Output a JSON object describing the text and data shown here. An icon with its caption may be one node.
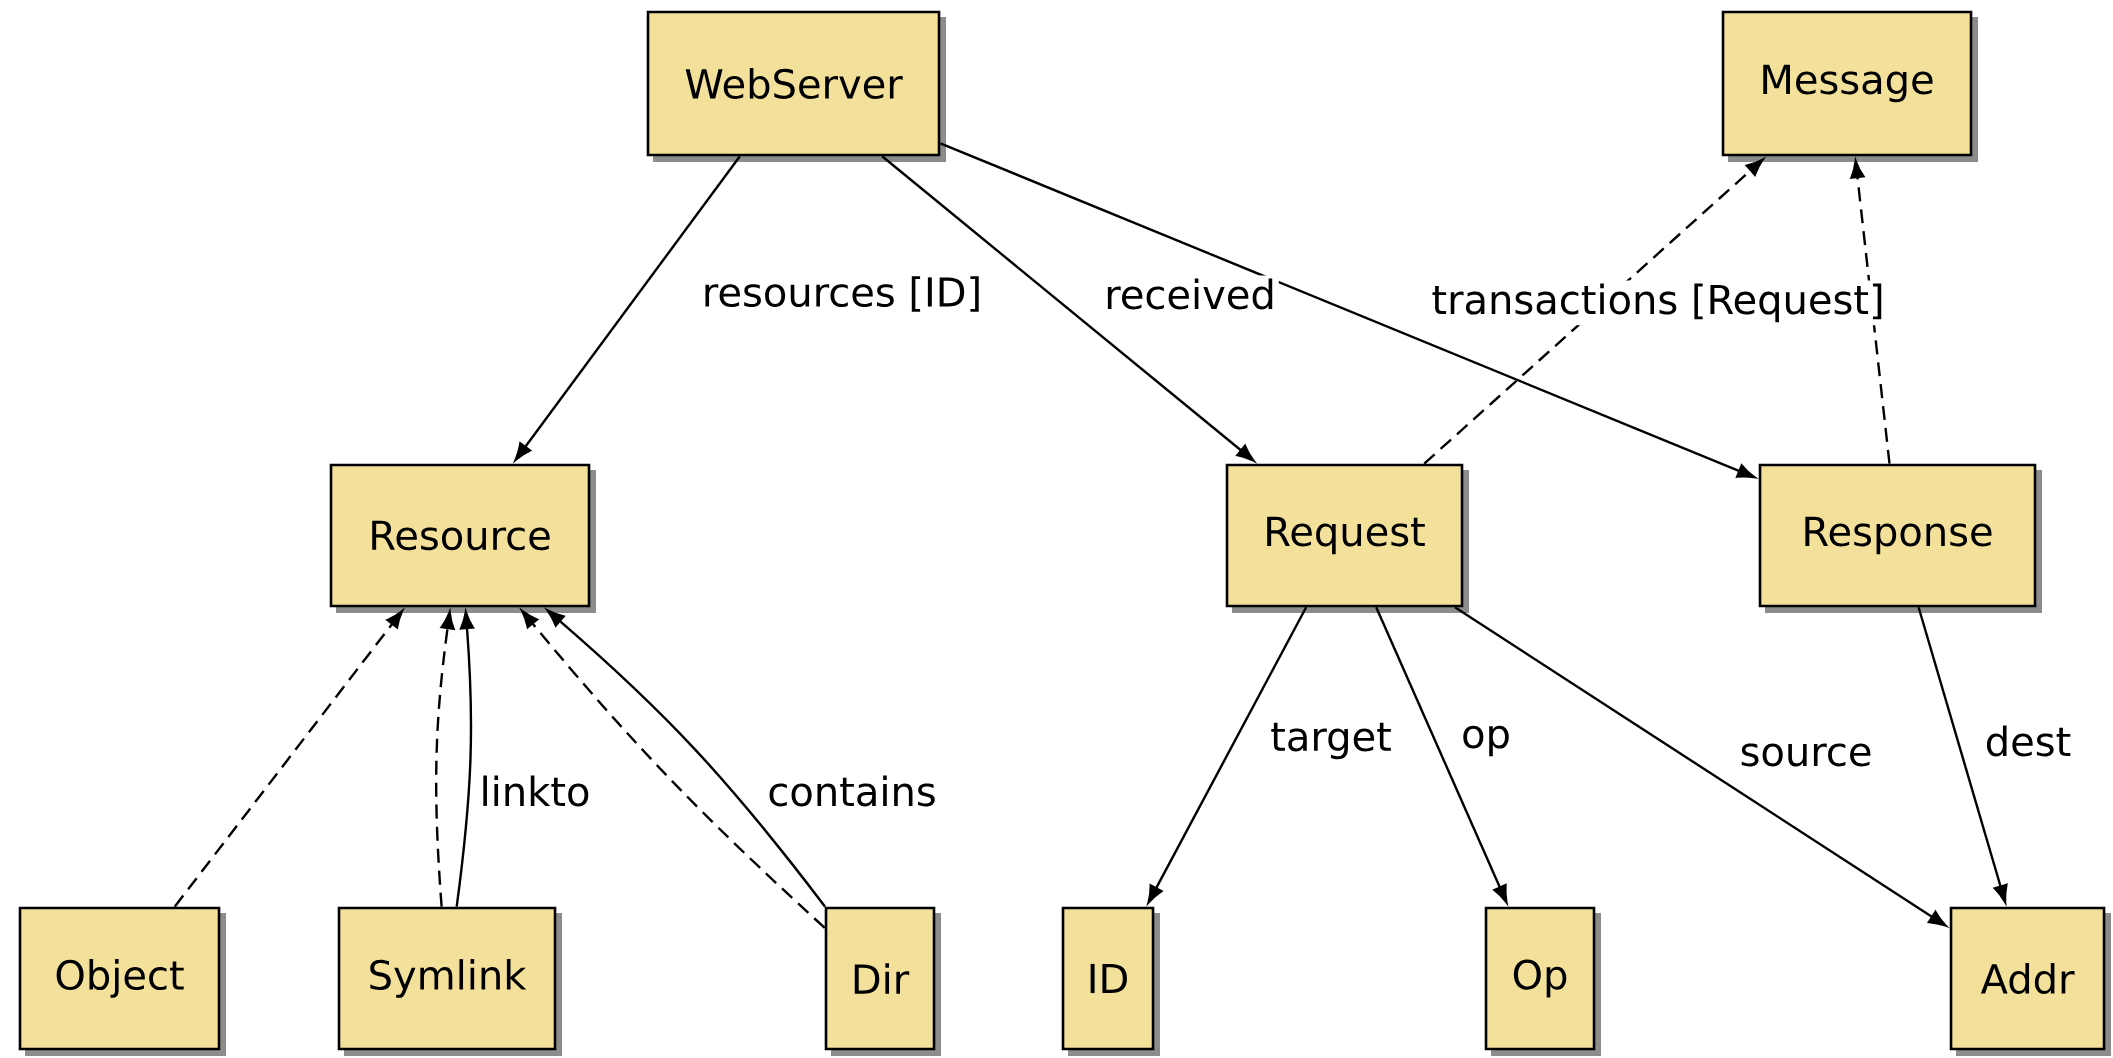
{
  "diagram": {
    "nodes": [
      {
        "text": [
          "WebServer"
        ]
      },
      {
        "text": [
          "Message"
        ]
      },
      {
        "text": [
          "Resource"
        ]
      },
      {
        "text": [
          "Request"
        ]
      },
      {
        "text": [
          "Response"
        ]
      },
      {
        "text": [
          "Object"
        ]
      },
      {
        "text": [
          "Symlink"
        ]
      },
      {
        "text": [
          "Dir"
        ]
      },
      {
        "text": [
          "ID"
        ]
      },
      {
        "text": [
          "Op"
        ]
      },
      {
        "text": [
          "Addr"
        ]
      }
    ],
    "edges": [
      {
        "from": 0,
        "to": 2,
        "arrow": "to",
        "label": "resources [ID]"
      },
      {
        "from": 0,
        "to": 3,
        "arrow": "to",
        "label": "received"
      },
      {
        "from": 0,
        "to": 4,
        "arrow": "to",
        "label": "transactions [Request]"
      },
      {
        "from": 3,
        "to": 1,
        "arrow": "to",
        "style": "dashed"
      },
      {
        "from": 4,
        "to": 1,
        "arrow": "to",
        "style": "dashed"
      },
      {
        "from": 5,
        "to": 2,
        "arrow": "to",
        "style": "dashed"
      },
      {
        "from": 6,
        "to": 2,
        "arrow": "to",
        "style": "dashed"
      },
      {
        "from": 6,
        "to": 2,
        "arrow": "to",
        "label": "linkto"
      },
      {
        "from": 7,
        "to": 2,
        "arrow": "to",
        "style": "dashed"
      },
      {
        "from": 7,
        "to": 2,
        "arrow": "to",
        "label": "contains"
      },
      {
        "from": 3,
        "to": 8,
        "arrow": "to",
        "label": "target"
      },
      {
        "from": 3,
        "to": 9,
        "arrow": "to",
        "label": "op"
      },
      {
        "from": 3,
        "to": 10,
        "arrow": "to",
        "label": "source"
      },
      {
        "from": 4,
        "to": 10,
        "arrow": "to",
        "label": "dest"
      }
    ]
  }
}
